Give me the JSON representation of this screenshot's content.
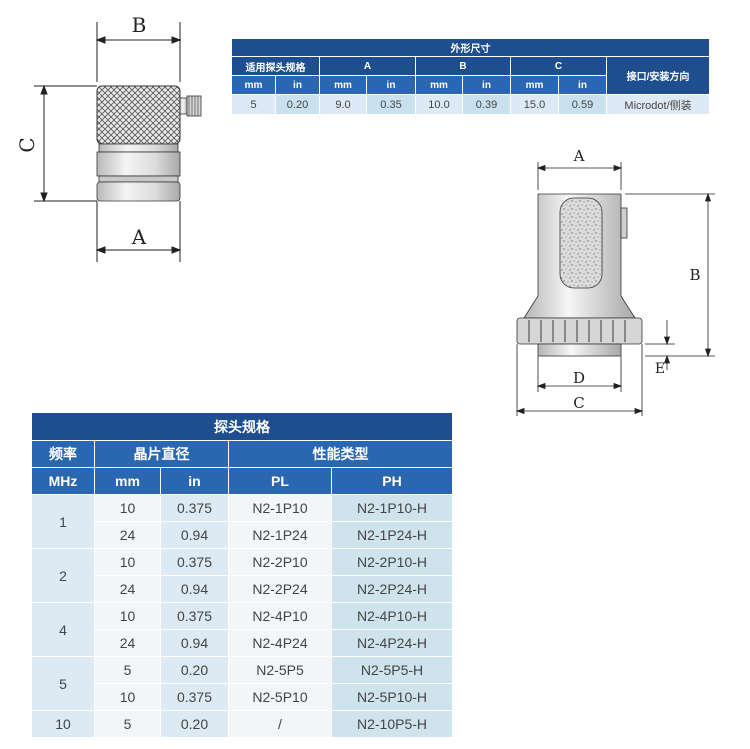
{
  "drawing_left": {
    "labels": {
      "top": "B",
      "side": "C",
      "bottom": "A"
    }
  },
  "drawing_right": {
    "labels": {
      "top": "A",
      "right": "B",
      "small": "E",
      "inner": "D",
      "bottom": "C"
    }
  },
  "dimensions_table": {
    "title": "外形尺寸",
    "col_probe_size": "适用探头规格",
    "col_A": "A",
    "col_B": "B",
    "col_C": "C",
    "col_interface": "接口/安装方向",
    "units": [
      "mm",
      "in",
      "mm",
      "in",
      "mm",
      "in",
      "mm",
      "in"
    ],
    "row": [
      "5",
      "0.20",
      "9.0",
      "0.35",
      "10.0",
      "0.39",
      "15.0",
      "0.59",
      "Microdot/侧装"
    ]
  },
  "spec_table": {
    "title": "探头规格",
    "col_freq": "频率",
    "col_crystal": "晶片直径",
    "col_type": "性能类型",
    "units": [
      "MHz",
      "mm",
      "in",
      "PL",
      "PH"
    ],
    "groups": [
      {
        "freq": "1",
        "rows": [
          [
            "10",
            "0.375",
            "N2-1P10",
            "N2-1P10-H"
          ],
          [
            "24",
            "0.94",
            "N2-1P24",
            "N2-1P24-H"
          ]
        ]
      },
      {
        "freq": "2",
        "rows": [
          [
            "10",
            "0.375",
            "N2-2P10",
            "N2-2P10-H"
          ],
          [
            "24",
            "0.94",
            "N2-2P24",
            "N2-2P24-H"
          ]
        ]
      },
      {
        "freq": "4",
        "rows": [
          [
            "10",
            "0.375",
            "N2-4P10",
            "N2-4P10-H"
          ],
          [
            "24",
            "0.94",
            "N2-4P24",
            "N2-4P24-H"
          ]
        ]
      },
      {
        "freq": "5",
        "rows": [
          [
            "5",
            "0.20",
            "N2-5P5",
            "N2-5P5-H"
          ],
          [
            "10",
            "0.375",
            "N2-5P10",
            "N2-5P10-H"
          ]
        ]
      },
      {
        "freq": "10",
        "rows": [
          [
            "5",
            "0.20",
            "/",
            "N2-10P5-H"
          ]
        ]
      }
    ]
  }
}
